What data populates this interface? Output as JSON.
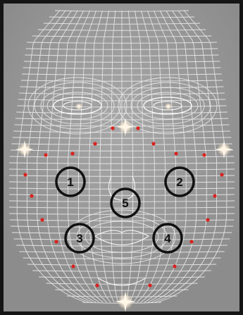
{
  "figure": {
    "background": "#9a9a9a",
    "frame_color": "#151515",
    "mesh_color": "#f2f2f2",
    "dot_color": "#d8231f",
    "marker_stroke": "#111111",
    "sparkle_color": "#fff6e8"
  },
  "markers": [
    {
      "label": "1"
    },
    {
      "label": "2"
    },
    {
      "label": "5"
    },
    {
      "label": "3"
    },
    {
      "label": "4"
    }
  ]
}
